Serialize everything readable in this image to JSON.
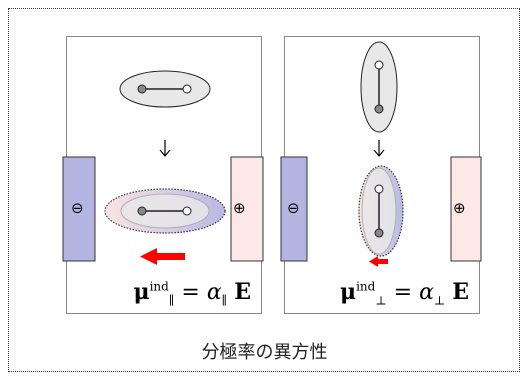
{
  "caption": "分極率の異方性",
  "panels": {
    "parallel": {
      "formula_lhs": "μ",
      "formula_sup": "ind",
      "formula_sub": "∥",
      "formula_eq": " = ",
      "formula_alpha": "α",
      "formula_alpha_sub": "∥",
      "formula_E": "E",
      "minus_symbol": "⊖",
      "plus_symbol": "⊕"
    },
    "perpendicular": {
      "formula_lhs": "μ",
      "formula_sup": "ind",
      "formula_sub": "⊥",
      "formula_eq": " = ",
      "formula_alpha": "α",
      "formula_alpha_sub": "⊥",
      "formula_E": "E",
      "minus_symbol": "⊖",
      "plus_symbol": "⊕"
    }
  },
  "colors": {
    "negative_plate": "#b4b4e0",
    "positive_plate": "#fde7e7",
    "arrow": "#ff0000"
  },
  "icons": {
    "down_arrow": "down-arrow-icon",
    "induced_dipole_arrow": "left-arrow-icon"
  }
}
